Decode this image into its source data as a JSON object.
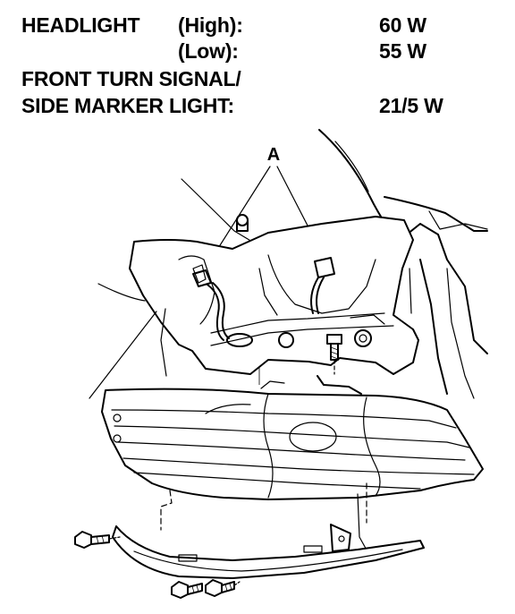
{
  "specs": {
    "headlight_label": "HEADLIGHT",
    "high_label": "(High):",
    "high_value": "60 W",
    "low_label": "(Low):",
    "low_value": "55 W",
    "turn_label_line1": "FRONT TURN SIGNAL/",
    "turn_label_line2": "SIDE MARKER LIGHT:",
    "turn_value": "21/5 W"
  },
  "callouts": {
    "a_label": "A"
  }
}
